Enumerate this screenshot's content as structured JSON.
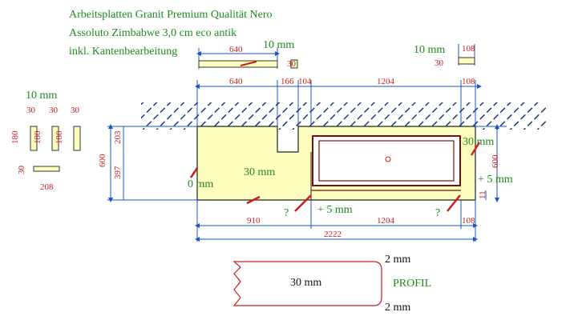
{
  "header": {
    "line1": "Arbeitsplatten Granit Premium Qualität Nero",
    "line2": "Assoluto Zimbabwe 3,0 cm eco antik",
    "line3": "inkl. Kantenbearbeitung"
  },
  "top_piece": {
    "width": "640",
    "gap": "10 mm",
    "thickness": "30"
  },
  "right_piece": {
    "gap": "10 mm",
    "width": "108",
    "thickness": "30"
  },
  "left_pieces": {
    "gap": "10 mm",
    "widths": [
      "30",
      "30",
      "30"
    ],
    "heights": [
      "180",
      "180",
      "180"
    ],
    "small_height": "30",
    "small_width": "208"
  },
  "top_dims": [
    "640",
    "166",
    "104",
    "1204",
    "108"
  ],
  "left_dims": {
    "total": "600",
    "upper": "203",
    "lower": "397"
  },
  "right_dims": {
    "total": "600",
    "lower": "11"
  },
  "labels": {
    "left_edge": "0 mm",
    "center_thickness": "30 mm",
    "right_thickness": "30 mm",
    "plus_right": "+ 5 mm",
    "plus_bottom": "+ 5 mm",
    "question1": "?",
    "question2": "?"
  },
  "bottom_dims": [
    "910",
    "1204",
    "108"
  ],
  "total_length": "2222",
  "profile": {
    "thickness": "30 mm",
    "top": "2 mm",
    "bottom": "2 mm",
    "label": "PROFIL"
  }
}
